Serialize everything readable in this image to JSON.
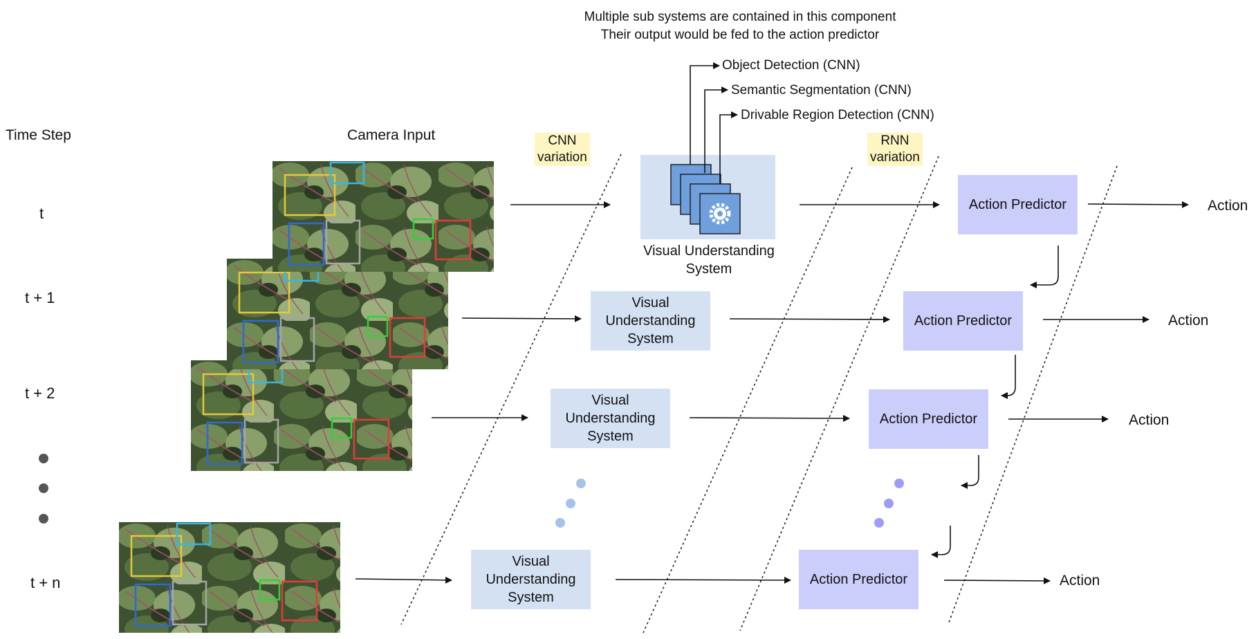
{
  "diagram": {
    "note_line1": "Multiple sub systems are contained in this component",
    "note_line2": "Their output would be fed to the action predictor",
    "subsystems": [
      "Object Detection (CNN)",
      "Semantic Segmentation (CNN)",
      "Drivable Region Detection (CNN)"
    ],
    "headers": {
      "time_step": "Time Step",
      "camera_input": "Camera Input"
    },
    "variation_labels": {
      "cnn_line1": "CNN",
      "cnn_line2": "variation",
      "rnn_line1": "RNN",
      "rnn_line2": "variation"
    },
    "time_steps": [
      "t",
      "t + 1",
      "t + 2",
      "t + n"
    ],
    "vus_top_line1": "Visual Understanding",
    "vus_top_line2": "System",
    "vus_line1": "Visual",
    "vus_line2": "Understanding",
    "vus_line3": "System",
    "action_predictor": "Action Predictor",
    "action": "Action",
    "colors": {
      "vus_fill": "#d4e1f3",
      "ap_fill": "#cbcdfb",
      "highlight": "#fdf6c3",
      "icon_fill": "#6f9fdc",
      "blue_dots": "#a7c2e8",
      "purple_dots": "#9c9ef3",
      "grey_dots": "#555555"
    },
    "icons": [
      "gear-icon"
    ]
  }
}
